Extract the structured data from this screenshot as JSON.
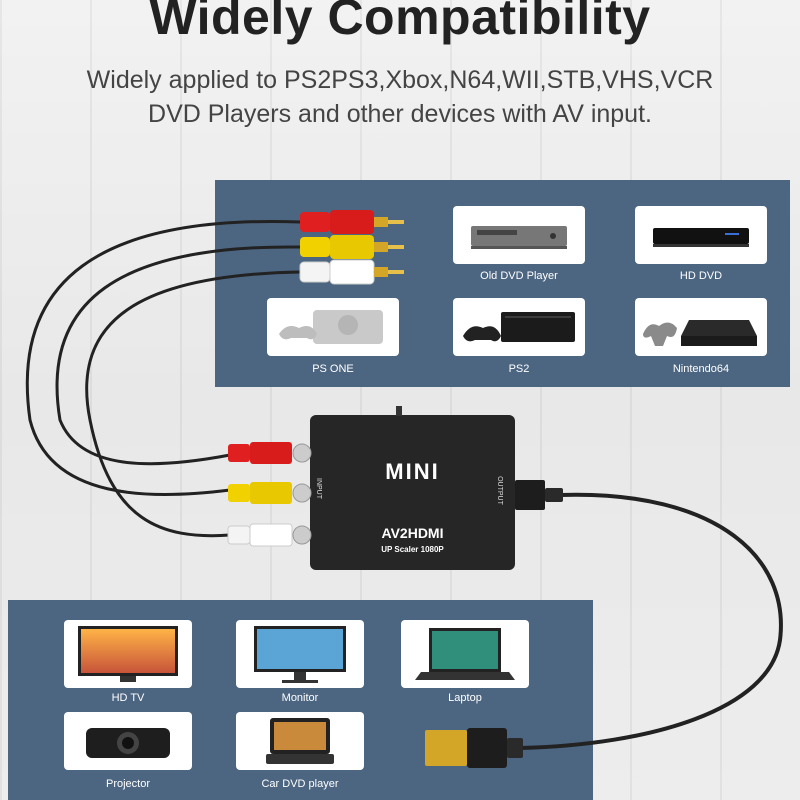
{
  "header": {
    "title": "Widely Compatibility",
    "subtitle_line1": "Widely applied to PS2PS3,Xbox,N64,WII,STB,VHS,VCR",
    "subtitle_line2": "DVD Players and other devices with AV input."
  },
  "input_devices": [
    {
      "label": "Old DVD Player",
      "icon": "dvd-player-icon"
    },
    {
      "label": "HD DVD",
      "icon": "hd-dvd-icon"
    },
    {
      "label": "PS ONE",
      "icon": "ps-one-console-icon"
    },
    {
      "label": "PS2",
      "icon": "ps2-console-icon"
    },
    {
      "label": "Nintendo64",
      "icon": "nintendo64-console-icon"
    }
  ],
  "output_devices": [
    {
      "label": "HD TV",
      "icon": "hdtv-icon"
    },
    {
      "label": "Monitor",
      "icon": "monitor-icon"
    },
    {
      "label": "Laptop",
      "icon": "laptop-icon"
    },
    {
      "label": "Projector",
      "icon": "projector-icon"
    },
    {
      "label": "Car DVD player",
      "icon": "car-dvd-player-icon"
    }
  ],
  "converter": {
    "brand": "MINI",
    "model": "AV2HDMI",
    "spec": "UP Scaler 1080P",
    "input_label": "INPUT",
    "output_label": "OUTPUT"
  },
  "colors": {
    "panel": "#4c6682",
    "rca_red": "#e02020",
    "rca_yellow": "#f2d100",
    "rca_white": "#f4f4f4",
    "device_body": "#262626"
  }
}
